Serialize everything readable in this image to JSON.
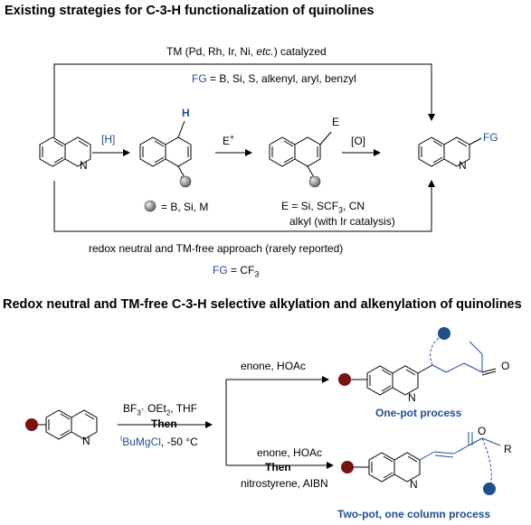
{
  "section1": {
    "title": "Existing strategies for C-3-H functionalization of quinolines",
    "tm_line": {
      "prefix": "TM (Pd, Rh, Ir, Ni, ",
      "etc": "etc.",
      "suffix": ") catalyzed"
    },
    "fg_line": {
      "label": "FG",
      "rest": " = B, Si, S, alkenyl, aryl, benzyl"
    },
    "step1_reagent": "[H]",
    "step2_reagent": "E",
    "step2_sup": "+",
    "step3_reagent": "[O]",
    "h_label": "H",
    "n_label": "N",
    "e_label": "E",
    "fg_product_label": "FG",
    "ball_legend": "= B, Si, M",
    "e_legend": {
      "pre": "E = Si, SCF",
      "sub": "3",
      "post": ", CN"
    },
    "alkyl_note": "alkyl (with Ir catalysis)",
    "bottom_line": "redox neutral and TM-free approach (rarely reported)",
    "fg_cf3": {
      "label": "FG",
      "pre": " = CF",
      "sub": "3"
    }
  },
  "section2": {
    "title": "Redox neutral and TM-free C-3-H selective alkylation and alkenylation of quinolines",
    "cond1": {
      "pre": "BF",
      "sub": "3",
      "post": "· OEt",
      "sub2": "2",
      "tail": ", THF"
    },
    "then1": "Then",
    "cond2": {
      "sup": "t",
      "reagent": "BuMgCl",
      "rest": ", -50 °C"
    },
    "upper_cond": "enone, HOAc",
    "lower_cond1": "enone, HOAc",
    "then2": "Then",
    "lower_cond2": "nitrostyrene, AIBN",
    "one_pot": "One-pot process",
    "two_pot": "Two-pot, one column process",
    "o_label": "O",
    "r_label": "R"
  },
  "colors": {
    "blue": "#1f4e9a",
    "dark_red": "#7a1212",
    "navy_ball": "#1f4e8a",
    "gray_ball": "#888888"
  }
}
